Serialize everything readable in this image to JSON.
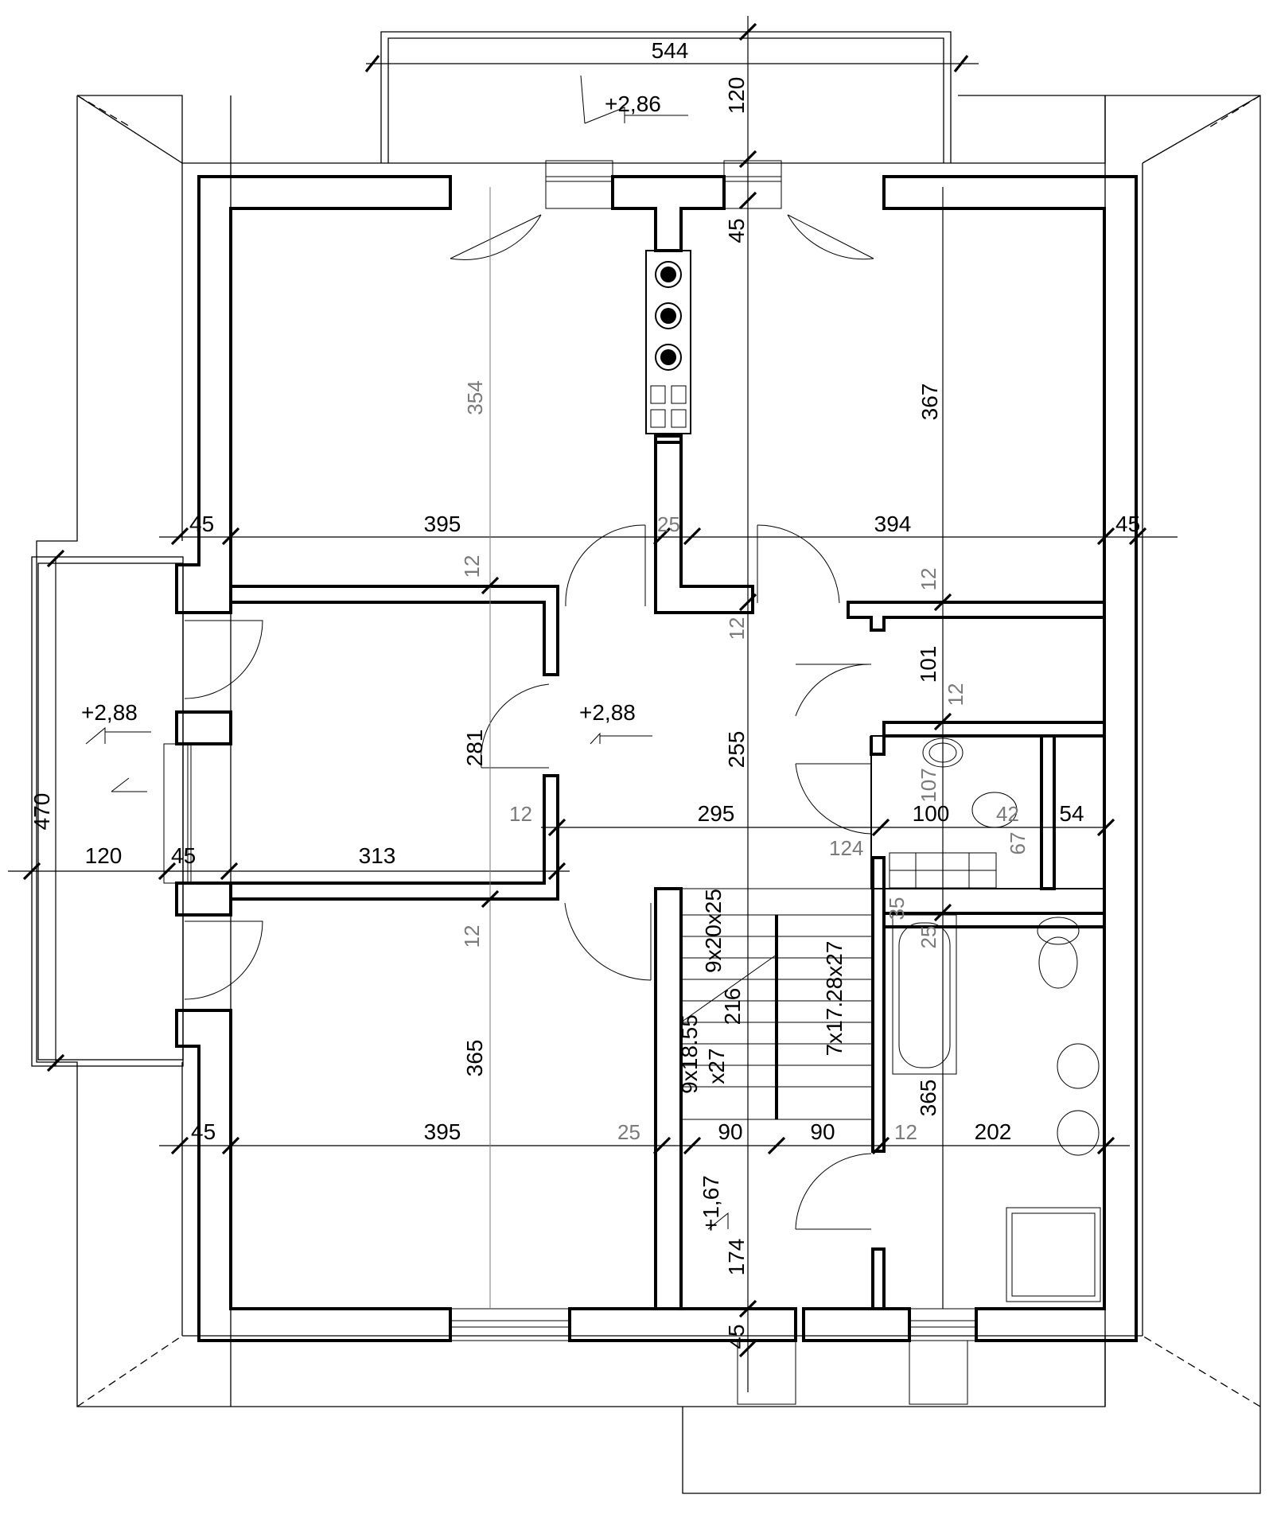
{
  "drawing": {
    "type": "floor plan",
    "line_color": "#000000",
    "secondary_line_color": "#7a7a7a",
    "background": "#ffffff"
  },
  "levels": {
    "balcony_top": "+2,86",
    "balcony_left": "+2,88",
    "hall": "+2,88",
    "stair_landing": "+1,67"
  },
  "dims": {
    "d544": "544",
    "d120_top": "120",
    "d45_top": "45",
    "d354": "354",
    "d367": "367",
    "d45_l1": "45",
    "d395_top": "395",
    "d25_top": "25",
    "d394": "394",
    "d45_r1": "45",
    "d12_a": "12",
    "d12_b": "12",
    "d12_c": "12",
    "d101": "101",
    "d12_d": "12",
    "d281": "281",
    "d255": "255",
    "d107": "107",
    "d470": "470",
    "d120_left": "120",
    "d45_l2": "45",
    "d313": "313",
    "d12_e": "12",
    "d295": "295",
    "d100": "100",
    "d42": "42",
    "d54": "54",
    "d124": "124",
    "d67": "67",
    "d12_f": "12",
    "d35": "35",
    "d25_b": "25",
    "d365_left": "365",
    "d365_right": "365",
    "d45_l3": "45",
    "d395_bot": "395",
    "d25_c": "25",
    "d90_a": "90",
    "d90_b": "90",
    "d12_g": "12",
    "d202": "202",
    "d174": "174",
    "d45_bot": "45"
  },
  "stairs": {
    "flight_a": "9x20x25",
    "flight_a_width": "216",
    "flight_b": "9x18.55",
    "flight_b_tread": "x27",
    "flight_c": "7x17.28x27"
  }
}
